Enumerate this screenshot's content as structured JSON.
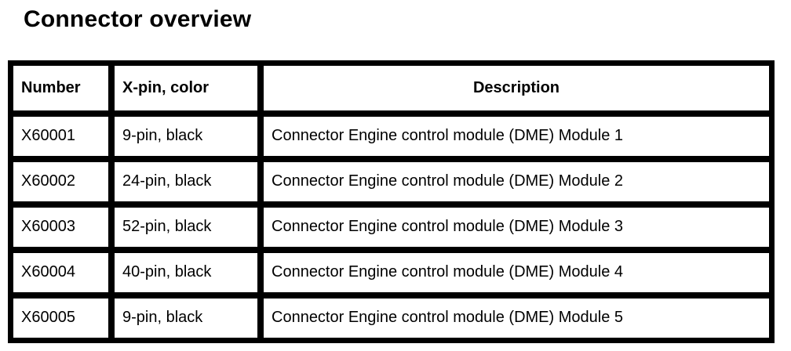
{
  "title": "Connector overview",
  "table": {
    "headers": {
      "number": "Number",
      "pin_color": "X-pin, color",
      "description": "Description"
    },
    "rows": [
      {
        "number": "X60001",
        "pin_color": "9-pin, black",
        "description": "Connector Engine control module (DME) Module 1"
      },
      {
        "number": "X60002",
        "pin_color": "24-pin, black",
        "description": "Connector Engine control module (DME) Module 2"
      },
      {
        "number": "X60003",
        "pin_color": "52-pin, black",
        "description": "Connector Engine control module (DME) Module 3"
      },
      {
        "number": "X60004",
        "pin_color": "40-pin, black",
        "description": "Connector Engine control module (DME) Module 4"
      },
      {
        "number": "X60005",
        "pin_color": "9-pin, black",
        "description": "Connector Engine control module (DME) Module 5"
      }
    ]
  },
  "colors": {
    "text": "#000000",
    "border": "#000000",
    "background": "#ffffff"
  }
}
